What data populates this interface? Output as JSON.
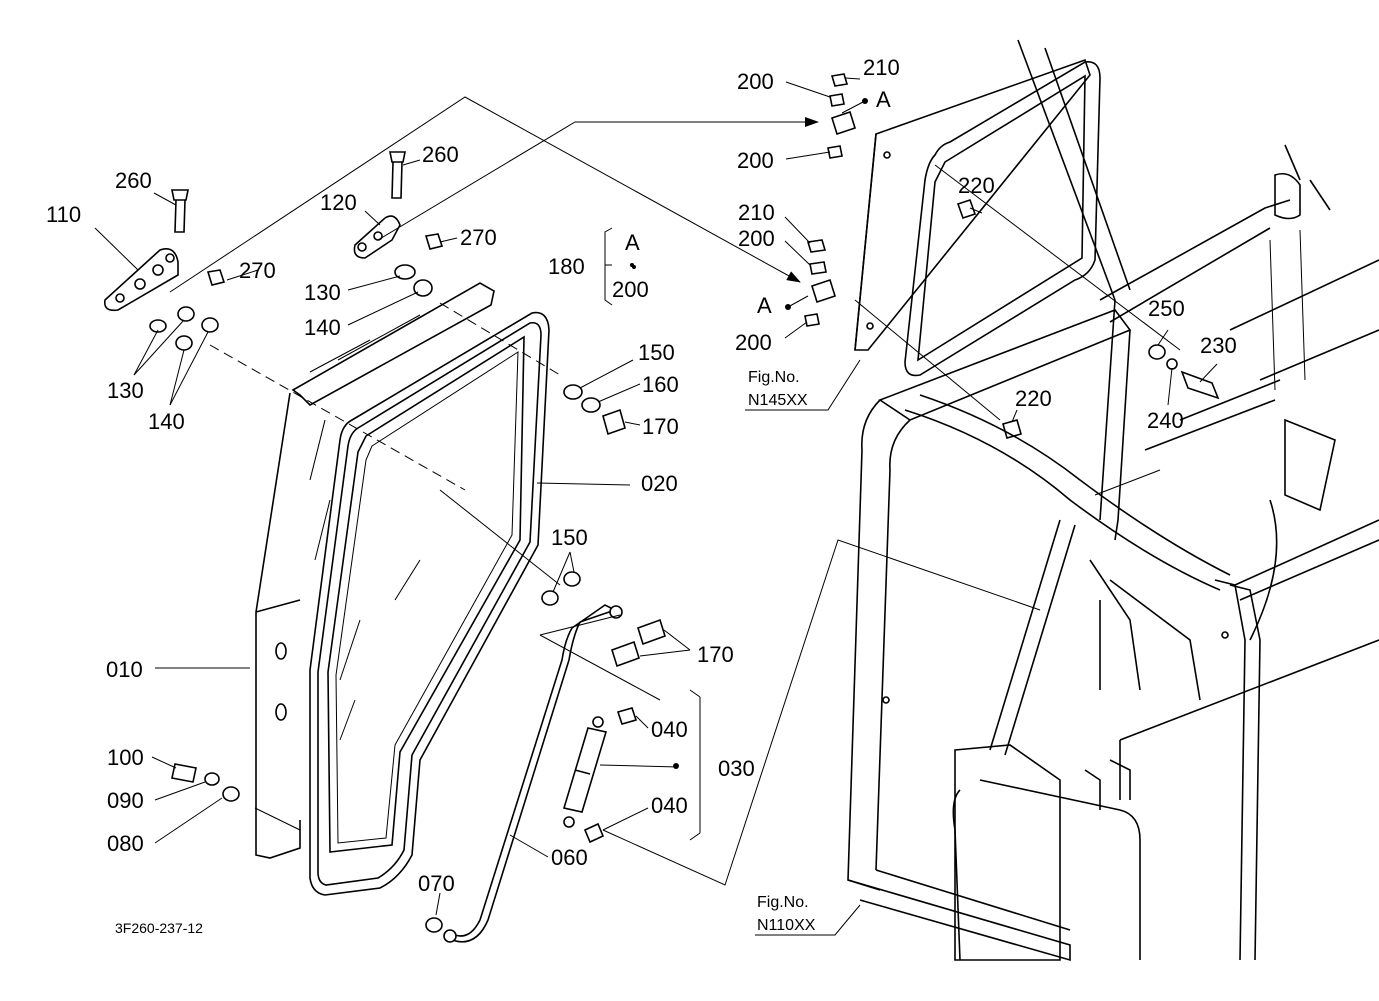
{
  "diagram": {
    "drawing_code": "3F260-237-12",
    "part_labels": {
      "p260a": "260",
      "p260b": "260",
      "p110": "110",
      "p120": "120",
      "p270a": "270",
      "p270b": "270",
      "p130a": "130",
      "p140a": "140",
      "p130b": "130",
      "p140b": "140",
      "p180": "180",
      "p200_detail": "200",
      "detailA": "A",
      "p150a": "150",
      "p160": "160",
      "p170a": "170",
      "p020": "020",
      "p150b": "150",
      "p170b": "170",
      "p010": "010",
      "p040a": "040",
      "p030": "030",
      "p040b": "040",
      "p100": "100",
      "p090": "090",
      "p080": "080",
      "p060": "060",
      "p070": "070",
      "p200a": "200",
      "p210a": "210",
      "pAa": "A",
      "p200b": "200",
      "p220a": "220",
      "p210b": "210",
      "p200c": "200",
      "pAb": "A",
      "p200d": "200",
      "p250": "250",
      "p230": "230",
      "p240": "240",
      "p220b": "220"
    },
    "fig_refs": {
      "fig_label_1": "Fig.No.",
      "fig_num_1": "N145XX",
      "fig_label_2": "Fig.No.",
      "fig_num_2": "N110XX"
    }
  }
}
